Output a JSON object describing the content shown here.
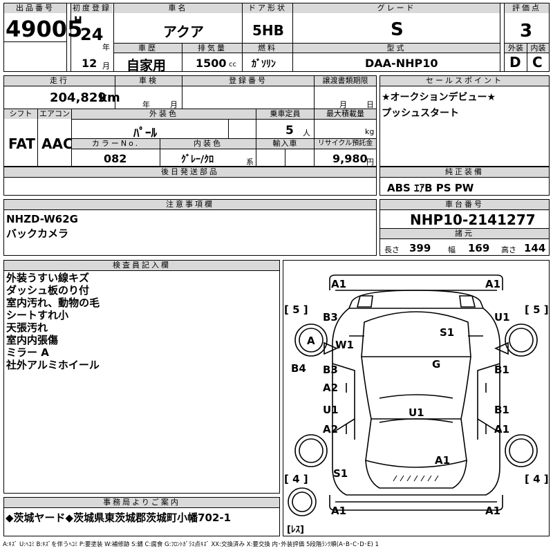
{
  "top": {
    "lot_header": "出品番号",
    "lot_number": "49005",
    "first_reg_header": "初度登録",
    "era_prefix": "H",
    "reg_year": "24",
    "year_unit": "年",
    "reg_month": "12",
    "month_unit": "月",
    "car_name_header": "車名",
    "car_name": "アクア",
    "door_header": "ドア形状",
    "door_value": "5HB",
    "grade_header": "グレード",
    "grade_value": "S",
    "score_header": "評価点",
    "score_value": "3",
    "history_header": "車歴",
    "history_value": "自家用",
    "displacement_header": "排気量",
    "displacement_value": "1500",
    "cc_unit": "cc",
    "fuel_header": "燃料",
    "fuel_value": "ｶﾞｿﾘﾝ",
    "model_header": "型式",
    "model_value": "DAA-NHP10",
    "exterior_header": "外装",
    "exterior_value": "D",
    "interior_header": "内装",
    "interior_value": "C"
  },
  "mid": {
    "mileage_header": "走行",
    "mileage_value": "204,829",
    "km_unit": "km",
    "inspection_header": "車検",
    "year_unit": "年",
    "month_unit": "月",
    "plate_header": "登録番号",
    "transfer_header": "譲渡書類期限",
    "transfer_month": "月",
    "transfer_day": "日",
    "shift_header": "シフト",
    "shift_value": "FAT",
    "ac_header": "エアコン",
    "ac_value": "AAC",
    "ext_color_header": "外装色",
    "ext_color_value": "ﾊﾟｰﾙ",
    "capacity_header": "乗車定員",
    "capacity_value": "5",
    "person_unit": "人",
    "max_load_header": "最大積載量",
    "kg_unit": "kg",
    "color_no_header": "カラーNo.",
    "color_no_value": "082",
    "int_color_header": "内装色",
    "int_color_value": "ｸﾞﾚｰ/ｸﾛ",
    "kei_unit": "系",
    "import_header": "輸入車",
    "recycle_header": "リサイクル預託金",
    "recycle_value": "9,980",
    "yen_unit": "円",
    "later_parts_header": "後日発送部品",
    "sales_header": "セールスポイント",
    "sales_points": [
      "★オークションデビュー★",
      "プッシュスタート"
    ],
    "genuine_header": "純正装備",
    "genuine_value": "ABS ｴｱB PS PW"
  },
  "notes": {
    "header": "注意事項欄",
    "lines": [
      "NHZD-W62G",
      "バックカメラ"
    ],
    "chassis_header": "車台番号",
    "chassis_value": "NHP10-2141277",
    "spec_header": "諸元",
    "length_label": "長さ",
    "length_value": "399",
    "width_label": "幅",
    "width_value": "169",
    "height_label": "高さ",
    "height_value": "144"
  },
  "inspector": {
    "header": "検査員記入欄",
    "lines": [
      "外装うすい線キズ",
      "ダッシュ板のり付",
      "室内汚れ、動物の毛",
      "シートすれ小",
      "天張汚れ",
      "室内内張傷",
      "ミラー A",
      "社外アルミホイール"
    ]
  },
  "diagram": {
    "front_left": "A1",
    "front_right": "A1",
    "tire_fl": "[ 5 ]",
    "tire_fr": "[ 5 ]",
    "b3_upper": "B3",
    "u1_fr": "U1",
    "wheel_a": "A",
    "w1": "W1",
    "s1_upper": "S1",
    "b4": "B4",
    "g": "G",
    "b3_mid": "B3",
    "b1_mid": "B1",
    "a2_upper": "A2",
    "u1_left": "U1",
    "u1_center": "U1",
    "b1_lower": "B1",
    "a2_lower": "A2",
    "a1_right_mid": "A1",
    "a1_lower_right": "A1",
    "s1_lower": "S1",
    "tire_rl": "[ 4 ]",
    "tire_rr": "[ 4 ]",
    "rear_left": "A1",
    "rear_right": "A1",
    "spare": "[ﾚｽ]"
  },
  "office": {
    "header": "事務局よりご案内",
    "value": "◆茨城ヤード◆茨城県東茨城郡茨城町小幡702-1"
  },
  "legend": "A:ｷｽﾞ U:ﾍｺﾐ B:ｷｽﾞを伴うﾍｺﾐ P:要塗装 W:補修跡 S:錆 C:腐食 G:ﾌﾛﾝﾄｶﾞﾗｽ点ｷｽﾞ XX:交換済み X:要交換 内･外装評価 5段階ﾗﾝｸ順(A･B･C･D･E) 1"
}
